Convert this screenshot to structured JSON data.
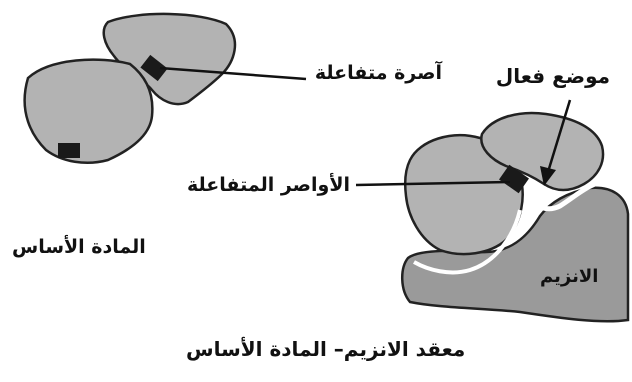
{
  "labels": {
    "interacting_bond": "آصرة متفاعلة",
    "active_site": "موضع فعال",
    "interacting_bonds": "الأواصر المتفاعلة",
    "substrate": "المادة الأساس",
    "enzyme": "الانزيم",
    "caption": "معقد الانزيم– المادة الأساس"
  },
  "colors": {
    "background": "#ffffff",
    "blob_fill": "#b3b3b3",
    "enzyme_fill": "#9a9a9a",
    "outline": "#222222",
    "bond_block": "#1a1a1a"
  }
}
